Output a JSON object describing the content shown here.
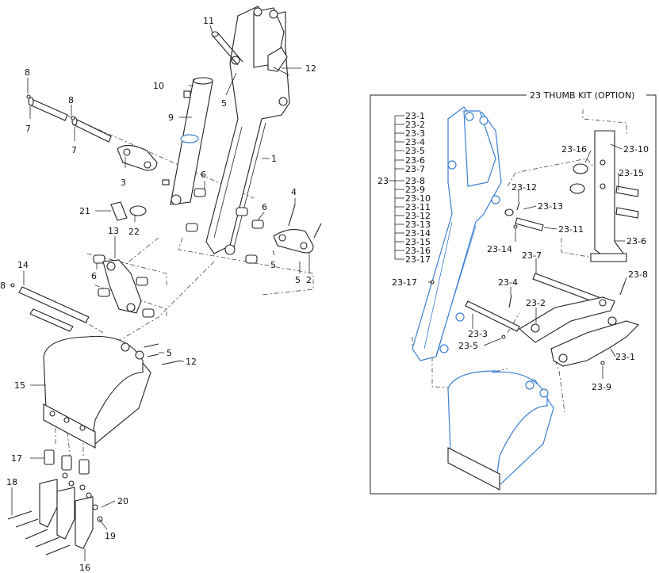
{
  "main_callouts": [
    "1",
    "2",
    "3",
    "4",
    "5",
    "5",
    "5",
    "5",
    "6",
    "6",
    "6",
    "7",
    "7",
    "8",
    "8",
    "8",
    "9",
    "10",
    "11",
    "12",
    "12",
    "13",
    "14",
    "15",
    "16",
    "17",
    "18",
    "19",
    "20",
    "21",
    "22"
  ],
  "kit": {
    "title": "23 THUMB KIT (OPTION)",
    "group_label": "23",
    "list": [
      "23-1",
      "23-2",
      "23-3",
      "23-4",
      "23-5",
      "23-6",
      "23-7",
      "23-8",
      "23-9",
      "23-10",
      "23-11",
      "23-12",
      "23-13",
      "23-14",
      "23-15",
      "23-16",
      "23-17"
    ],
    "callouts": [
      "23-17",
      "23-16",
      "23-10",
      "23-15",
      "23-12",
      "23-13",
      "23-11",
      "23-6",
      "23-14",
      "23-7",
      "23-8",
      "23-4",
      "23-2",
      "23-3",
      "23-5",
      "23-1",
      "23-9"
    ]
  },
  "colors": {
    "ink": "#222222",
    "thumb_kit_highlight": "#3b7fd0",
    "background": "#ffffff"
  }
}
